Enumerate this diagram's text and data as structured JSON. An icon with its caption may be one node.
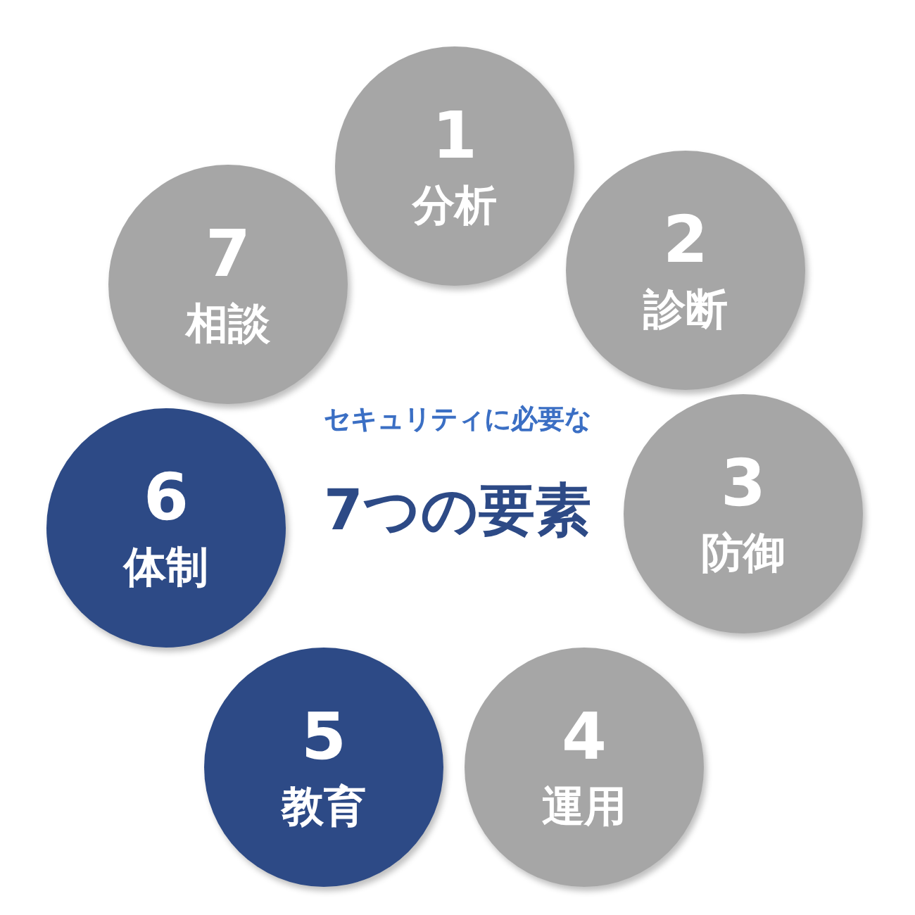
{
  "diagram": {
    "nodes": [
      {
        "text": [
          "1",
          "分析"
        ]
      },
      {
        "text": [
          "2",
          "診断"
        ]
      },
      {
        "text": [
          "3",
          "防御"
        ]
      },
      {
        "text": [
          "4",
          "運用"
        ]
      },
      {
        "text": [
          "5",
          "教育"
        ]
      },
      {
        "text": [
          "6",
          "体制"
        ]
      },
      {
        "text": [
          "7",
          "相談"
        ]
      }
    ],
    "labels": [
      "セキュリティに必要な",
      "7つの要素"
    ]
  }
}
